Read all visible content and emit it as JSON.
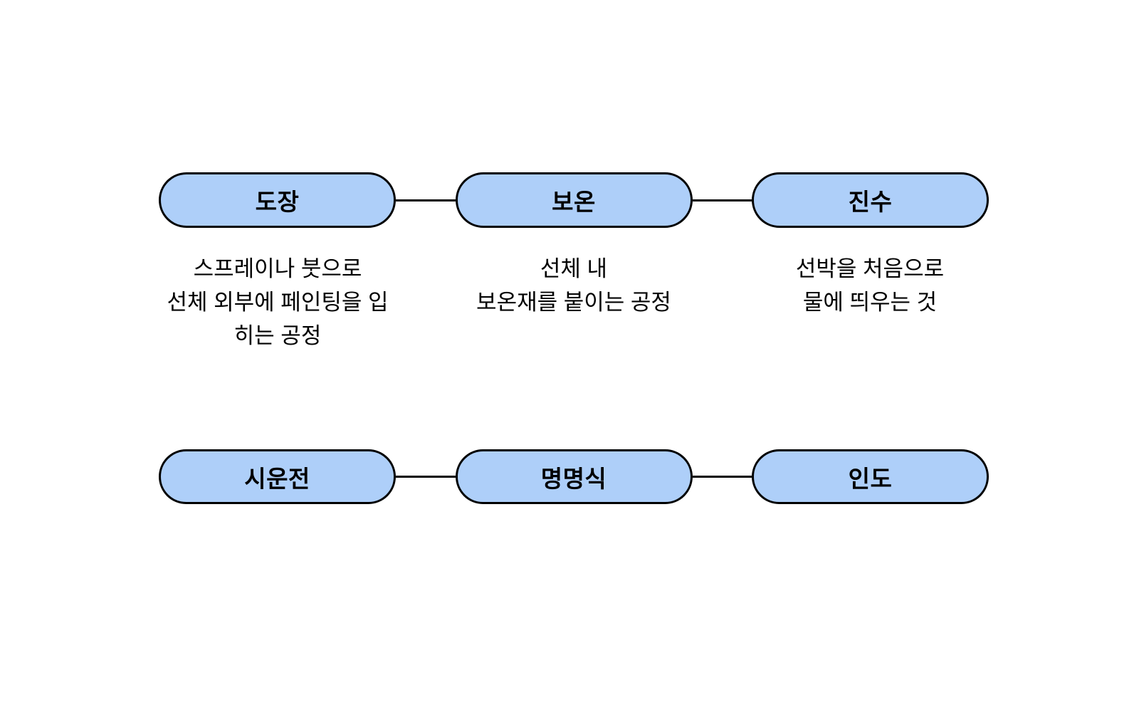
{
  "diagram": {
    "background_color": "#ffffff",
    "node_fill_color": "#AECFF9",
    "node_border_color": "#000000",
    "connector_color": "#000000",
    "rows": [
      {
        "nodes": [
          {
            "label": "도장",
            "desc_lines": [
              "스프레이나 붓으로",
              "선체 외부에 페인팅을 입",
              "히는 공정"
            ]
          },
          {
            "label": "보온",
            "desc_lines": [
              "선체 내",
              "보온재를 붙이는 공정"
            ]
          },
          {
            "label": "진수",
            "desc_lines": [
              "선박을 처음으로",
              "물에 띄우는 것"
            ]
          }
        ]
      },
      {
        "nodes": [
          {
            "label": "시운전"
          },
          {
            "label": "명명식"
          },
          {
            "label": "인도"
          }
        ]
      }
    ]
  }
}
